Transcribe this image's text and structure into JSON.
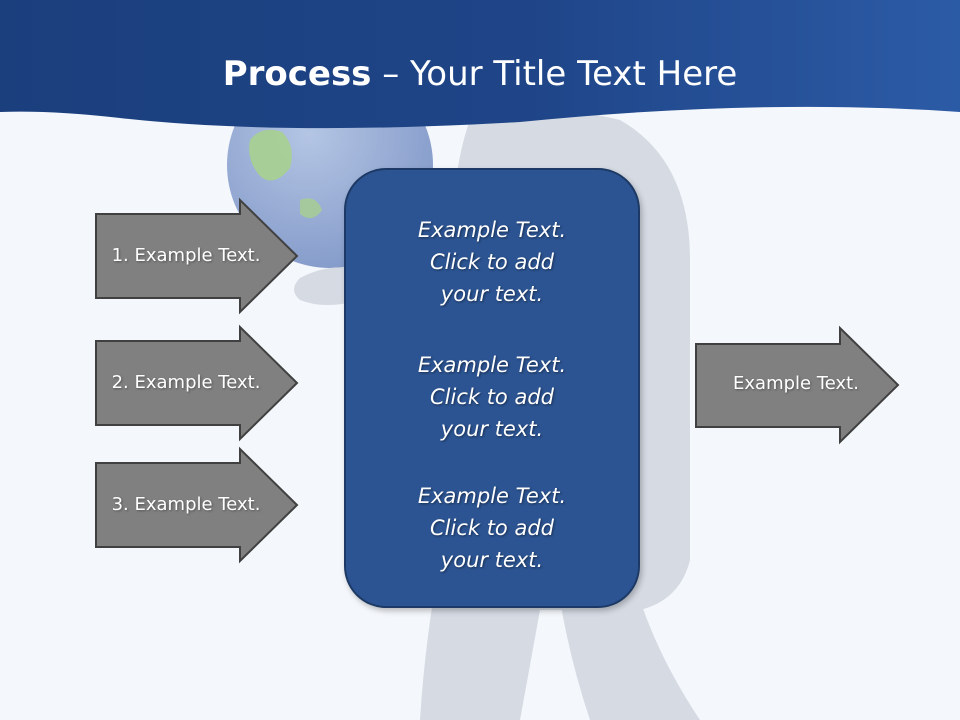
{
  "slide": {
    "title_bold": "Process",
    "title_rest": " – Your Title Text Here"
  },
  "inputs": [
    {
      "label": "1. Example Text."
    },
    {
      "label": "2. Example Text."
    },
    {
      "label": "3. Example Text."
    }
  ],
  "center": {
    "blocks": [
      {
        "lines": [
          "Example Text.",
          "Click  to add",
          "your text."
        ]
      },
      {
        "lines": [
          "Example Text.",
          "Click  to add",
          "your text."
        ]
      },
      {
        "lines": [
          "Example Text.",
          "Click  to add",
          "your text."
        ]
      }
    ]
  },
  "output": {
    "label": "Example Text."
  },
  "colors": {
    "header": "#1f4588",
    "center_box": "#2c5492",
    "arrow_fill": "#7f7f7f",
    "arrow_border": "#3f3f3f",
    "background": "#f4f7fb"
  }
}
